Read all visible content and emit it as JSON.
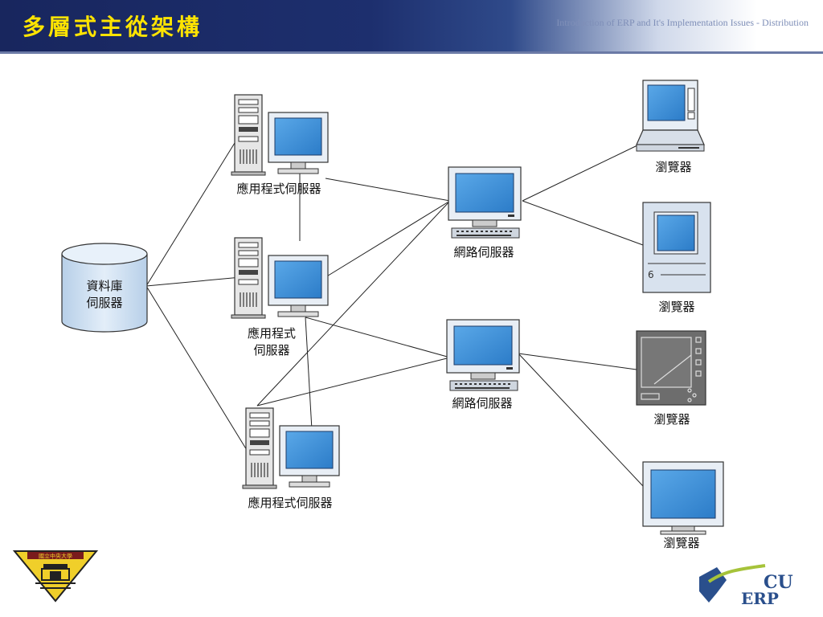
{
  "header": {
    "title": "多層式主從架構",
    "subtitle": "Introduction of ERP and It's Implementation Issues - Distribution"
  },
  "diagram": {
    "database": {
      "line1": "資料庫",
      "line2": "伺服器"
    },
    "app_servers": [
      {
        "label": "應用程式伺服器"
      },
      {
        "line1": "應用程式",
        "line2": "伺服器"
      },
      {
        "label": "應用程式伺服器"
      }
    ],
    "web_servers": [
      {
        "label": "網路伺服器"
      },
      {
        "label": "網路伺服器"
      }
    ],
    "browsers": [
      {
        "label": "瀏覽器"
      },
      {
        "label": "瀏覽器"
      },
      {
        "label": "瀏覽器"
      },
      {
        "label": "瀏覽器"
      }
    ]
  },
  "logos": {
    "left_seal_text": "國立中央大學",
    "right_text_line1": "CU",
    "right_text_line2": "ERP"
  },
  "colors": {
    "header_dark": "#1d2f6e",
    "title": "#ffe400",
    "screen": "#3b8fd6",
    "db_fill": "#d4e4f4"
  }
}
